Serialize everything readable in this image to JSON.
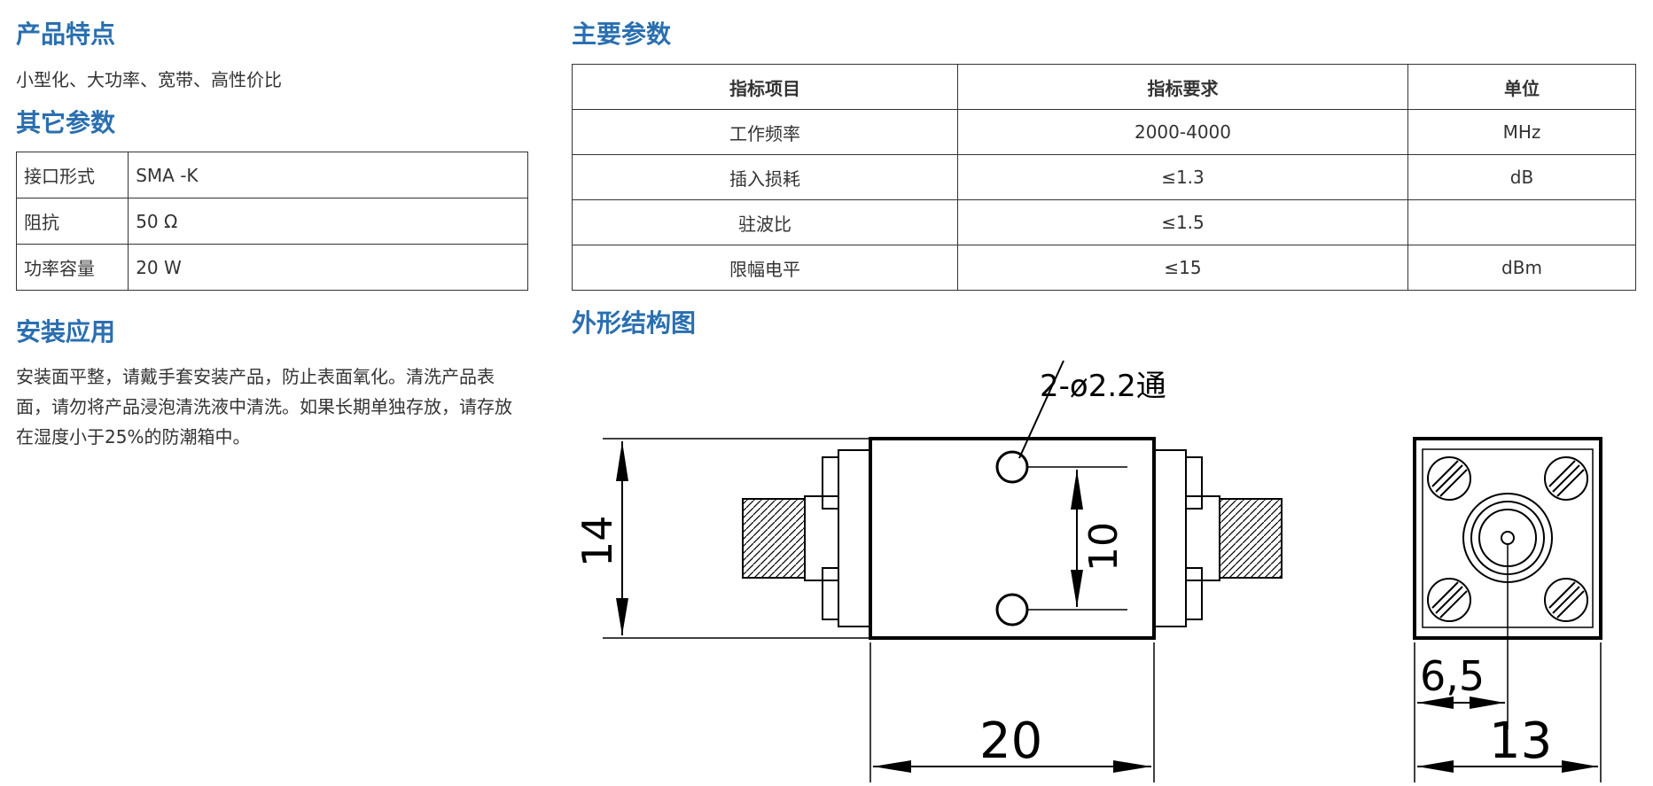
{
  "features": {
    "title": "产品特点",
    "text": "小型化、大功率、宽带、高性价比"
  },
  "other_params": {
    "title": "其它参数",
    "rows": [
      {
        "key": "接口形式",
        "value": "SMA -K"
      },
      {
        "key": "阻抗",
        "value": "50 Ω"
      },
      {
        "key": "功率容量",
        "value": "20 W"
      }
    ]
  },
  "install": {
    "title": "安装应用",
    "text": "安装面平整，请戴手套安装产品，防止表面氧化。清洗产品表面，请勿将产品浸泡清洗液中清洗。如果长期单独存放，请存放在湿度小于25%的防潮箱中。"
  },
  "main_params": {
    "title": "主要参数",
    "headers": [
      "指标项目",
      "指标要求",
      "单位"
    ],
    "rows": [
      [
        "工作频率",
        "2000-4000",
        "MHz"
      ],
      [
        "插入损耗",
        "≤1.3",
        "dB"
      ],
      [
        "驻波比",
        "≤1.5",
        ""
      ],
      [
        "限幅电平",
        "≤15",
        "dBm"
      ]
    ]
  },
  "outline": {
    "title": "外形结构图",
    "labels": {
      "hole_note": "2-ø2.2通",
      "height": "14",
      "hole_spacing": "10",
      "length": "20",
      "offset": "6,5",
      "width": "13"
    }
  },
  "colors": {
    "heading": "#2a6fb0",
    "text": "#333333",
    "border": "#333333"
  }
}
